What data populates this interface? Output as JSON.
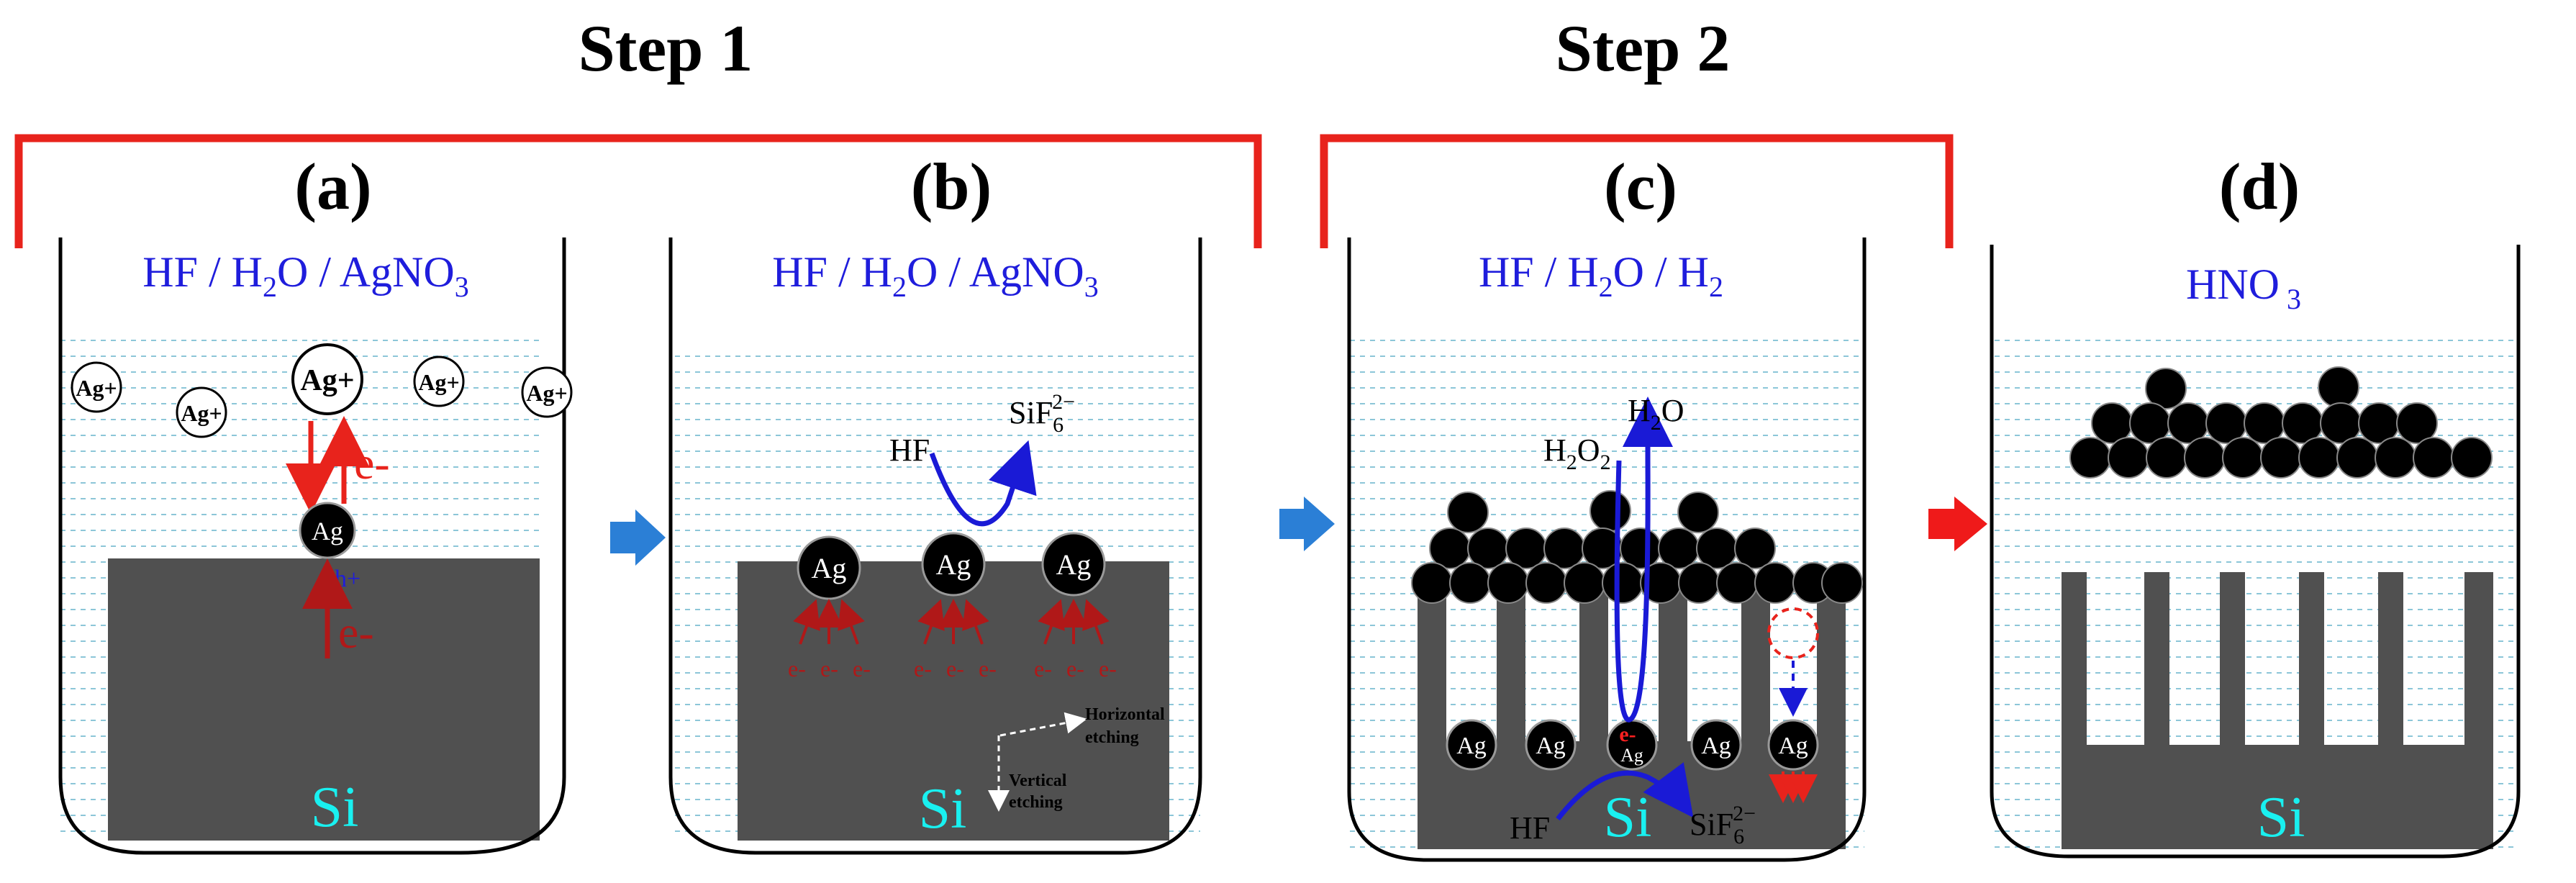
{
  "steps": {
    "step1": "Step 1",
    "step2": "Step 2"
  },
  "panels": {
    "a": {
      "label": "(a)",
      "solution": {
        "pre": "HF / H",
        "sub1": "2",
        "mid": "O / AgNO",
        "sub2": "3"
      },
      "ion": "Ag+",
      "ag": "Ag",
      "electron": "e-",
      "hole": "h+",
      "si": "Si"
    },
    "b": {
      "label": "(b)",
      "solution": {
        "pre": "HF / H",
        "sub1": "2",
        "mid": "O / AgNO",
        "sub2": "3"
      },
      "hf": "HF",
      "sif": {
        "base": "SiF",
        "sub": "6",
        "sup": "2−"
      },
      "ag": "Ag",
      "electron": "e-",
      "horizontal": {
        "line1": "Horizontal",
        "line2": "etching"
      },
      "vertical": {
        "line1": "Vertical",
        "line2": "etching"
      },
      "si": "Si"
    },
    "c": {
      "label": "(c)",
      "solution": {
        "pre": "HF / H",
        "sub1": "2",
        "mid": "O / H",
        "sub2": "2"
      },
      "h2o2": {
        "a": "H",
        "s1": "2",
        "b": "O",
        "s2": "2"
      },
      "h2o": {
        "a": "H",
        "s1": "2",
        "b": "O"
      },
      "ag": "Ag",
      "electron": "e-",
      "hf": "HF",
      "sif": {
        "base": "SiF",
        "sub": "6",
        "sup": "2−"
      },
      "si": "Si"
    },
    "d": {
      "label": "(d)",
      "solution": {
        "pre": "HNO",
        "sub1": " 3"
      },
      "si": "Si"
    }
  },
  "colors": {
    "bracket": "#e8231c",
    "blue_text": "#1f1ddc",
    "cyan": "#19f0f0",
    "si_fill": "#505050",
    "arrow_blue": "#2b7fd6",
    "arrow_red": "#ef1a1a",
    "electron": "#b01818",
    "water_line": "#8cc6d8"
  }
}
